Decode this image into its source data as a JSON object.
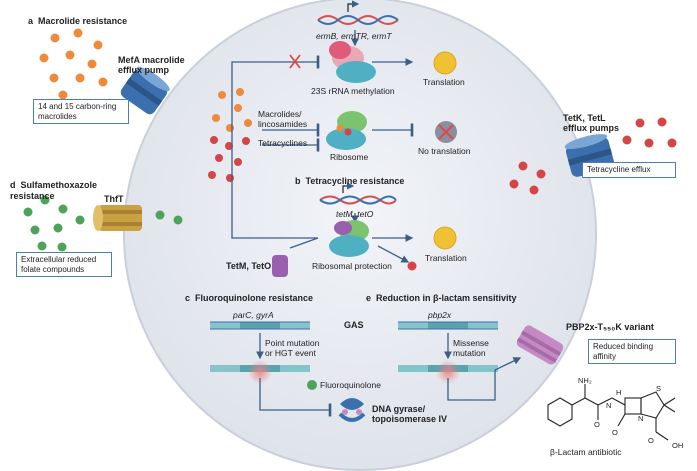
{
  "sections": {
    "a": {
      "letter": "a",
      "title": "Macrolide resistance"
    },
    "b": {
      "letter": "b",
      "title": "Tetracycline resistance"
    },
    "c": {
      "letter": "c",
      "title": "Fluoroquinolone resistance"
    },
    "d": {
      "letter": "d",
      "title": "Sulfamethoxazole resistance"
    },
    "e": {
      "letter": "e",
      "title": "Reduction in β-lactam sensitivity"
    }
  },
  "labels": {
    "mefa_pump": "MefA macrolide efflux pump",
    "macrolide_box": "14 and 15 carbon-ring macrolides",
    "erm_genes": "ermB, ermTR, ermT",
    "rrna_methylation": "23S rRNA methylation",
    "translation_top": "Translation",
    "macrolides_lincosamides": "Macrolides/ lincosamides",
    "tetracyclines": "Tetracyclines",
    "ribosome": "Ribosome",
    "no_translation": "No translation",
    "tet_pumps": "TetK, TetL efflux pumps",
    "tet_efflux_box": "Tetracycline efflux",
    "tet_genes": "tetM, tetO",
    "tetm_teto": "TetM, TetO",
    "ribosomal_protection": "Ribosomal protection",
    "translation_mid": "Translation",
    "thft": "ThfT",
    "folate_box": "Extracellular reduced folate compounds",
    "gas": "GAS",
    "parc_gyra": "parC, gyrA",
    "point_mutation": "Point mutation or HGT event",
    "fluoroquinolone": "Fluoroquinolone",
    "dna_gyrase": "DNA gyrase/ topoisomerase IV",
    "pbp2x_gene": "pbp2x",
    "missense": "Missense mutation",
    "pbp2x_variant": "PBP2x-T₅₅₀K variant",
    "reduced_binding_box": "Reduced binding affinity",
    "beta_lactam": "β-Lactam antibiotic",
    "nh2": "NH₂",
    "h_atom": "H",
    "o_atom1": "O",
    "o_atom2": "O",
    "n_atom1": "N",
    "s_atom": "S",
    "n_atom2": "N",
    "o_atom3": "O",
    "oh": "OH"
  },
  "colors": {
    "cell_fill": "#e9ecf2",
    "cell_edge": "#c9cfdb",
    "macrolide_orange": "#ef8a3a",
    "tetracycline_red": "#d64545",
    "sulfa_green": "#4ea35a",
    "pump_blue": "#3b6fae",
    "pump_gold": "#c9a042",
    "pump_purple": "#c58ac4",
    "rna_red": "#d6504f",
    "ribosome_teal": "#4fb0c4",
    "ribosome_green": "#7cc36f",
    "gold_protein": "#f0c233",
    "tetm_purple": "#9b5fb0",
    "line_blue": "#3a5f86",
    "block_red": "#e0484a",
    "dna_teal": "#86c4cc",
    "glow_red": "#f4a0a0"
  }
}
